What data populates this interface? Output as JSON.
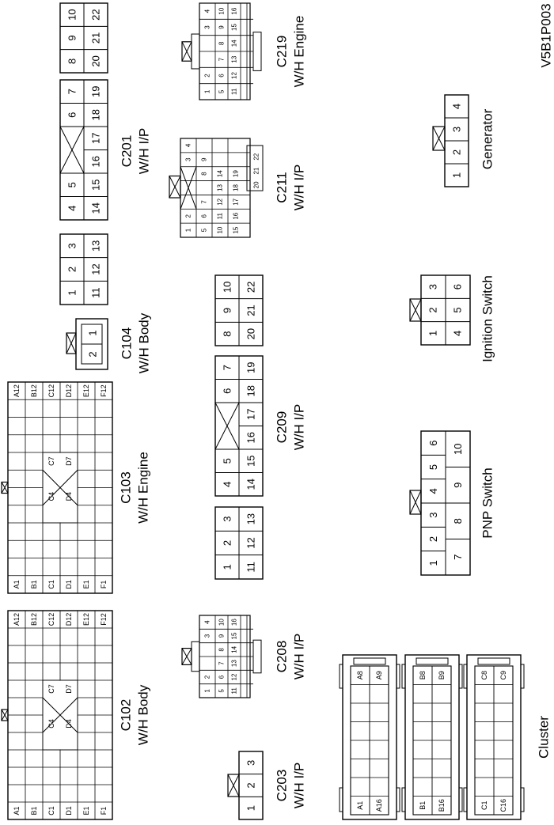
{
  "figure_code": "V5B1P003",
  "connectors": {
    "c102": {
      "name": "C102",
      "desc": "W/H Body",
      "row_letters": [
        "A",
        "B",
        "C",
        "D",
        "E",
        "F"
      ],
      "pin_first": "1",
      "pin_last": "12",
      "center_pins": [
        "C4",
        "C7",
        "D4",
        "D7"
      ]
    },
    "c103": {
      "name": "C103",
      "desc": "W/H Engine",
      "row_letters": [
        "A",
        "B",
        "C",
        "D",
        "E",
        "F"
      ],
      "pin_first": "1",
      "pin_last": "12",
      "center_pins": [
        "C4",
        "C7",
        "D4",
        "D7"
      ]
    },
    "c104": {
      "name": "C104",
      "desc": "W/H Body",
      "pins": [
        "1",
        "2"
      ]
    },
    "c201": {
      "name": "C201",
      "desc": "W/H I/P",
      "row1": [
        "1",
        "2",
        "3",
        "4",
        "5",
        "6",
        "7",
        "8",
        "9",
        "10"
      ],
      "row2": [
        "11",
        "12",
        "13",
        "14",
        "15",
        "16",
        "17",
        "18",
        "19",
        "20",
        "21",
        "22"
      ]
    },
    "c203": {
      "name": "C203",
      "desc": "W/H I/P",
      "pins": [
        "1",
        "2",
        "3"
      ]
    },
    "c208": {
      "name": "C208",
      "desc": "W/H I/P",
      "pins": [
        "1",
        "2",
        "3",
        "4",
        "5",
        "6",
        "7",
        "8",
        "9",
        "10",
        "11",
        "12",
        "13",
        "14",
        "15",
        "16"
      ]
    },
    "c209": {
      "name": "C209",
      "desc": "W/H I/P",
      "row1": [
        "1",
        "2",
        "3",
        "4",
        "5",
        "6",
        "7",
        "8",
        "9",
        "10"
      ],
      "row2": [
        "11",
        "12",
        "13",
        "14",
        "15",
        "16",
        "17",
        "18",
        "19",
        "20",
        "21",
        "22"
      ]
    },
    "c211": {
      "name": "C211",
      "desc": "W/H I/P",
      "pins": [
        "1",
        "2",
        "3",
        "4",
        "5",
        "6",
        "7",
        "8",
        "9",
        "10",
        "11",
        "12",
        "13",
        "14",
        "15",
        "16",
        "17",
        "18",
        "19",
        "20",
        "21",
        "22"
      ]
    },
    "c219": {
      "name": "C219",
      "desc": "W/H Engine",
      "pins": [
        "1",
        "2",
        "3",
        "4",
        "5",
        "6",
        "7",
        "8",
        "9",
        "10",
        "11",
        "12",
        "13",
        "14",
        "15",
        "16"
      ]
    },
    "generator": {
      "name": "Generator",
      "pins": [
        "1",
        "2",
        "3",
        "4"
      ]
    },
    "ignition_switch": {
      "name": "Ignition Switch",
      "pins": [
        "1",
        "2",
        "3",
        "4",
        "5",
        "6"
      ]
    },
    "pnp_switch": {
      "name": "PNP Switch",
      "pins": [
        "1",
        "2",
        "3",
        "4",
        "5",
        "6",
        "7",
        "8",
        "9",
        "10"
      ]
    },
    "cluster": {
      "name": "Cluster",
      "blocks": [
        {
          "first": "A1",
          "last": "A16",
          "mid_a": "A8",
          "mid_b": "A9"
        },
        {
          "first": "B1",
          "last": "B16",
          "mid_a": "B8",
          "mid_b": "B9"
        },
        {
          "first": "C1",
          "last": "C16",
          "mid_a": "C8",
          "mid_b": "C9"
        }
      ]
    }
  }
}
